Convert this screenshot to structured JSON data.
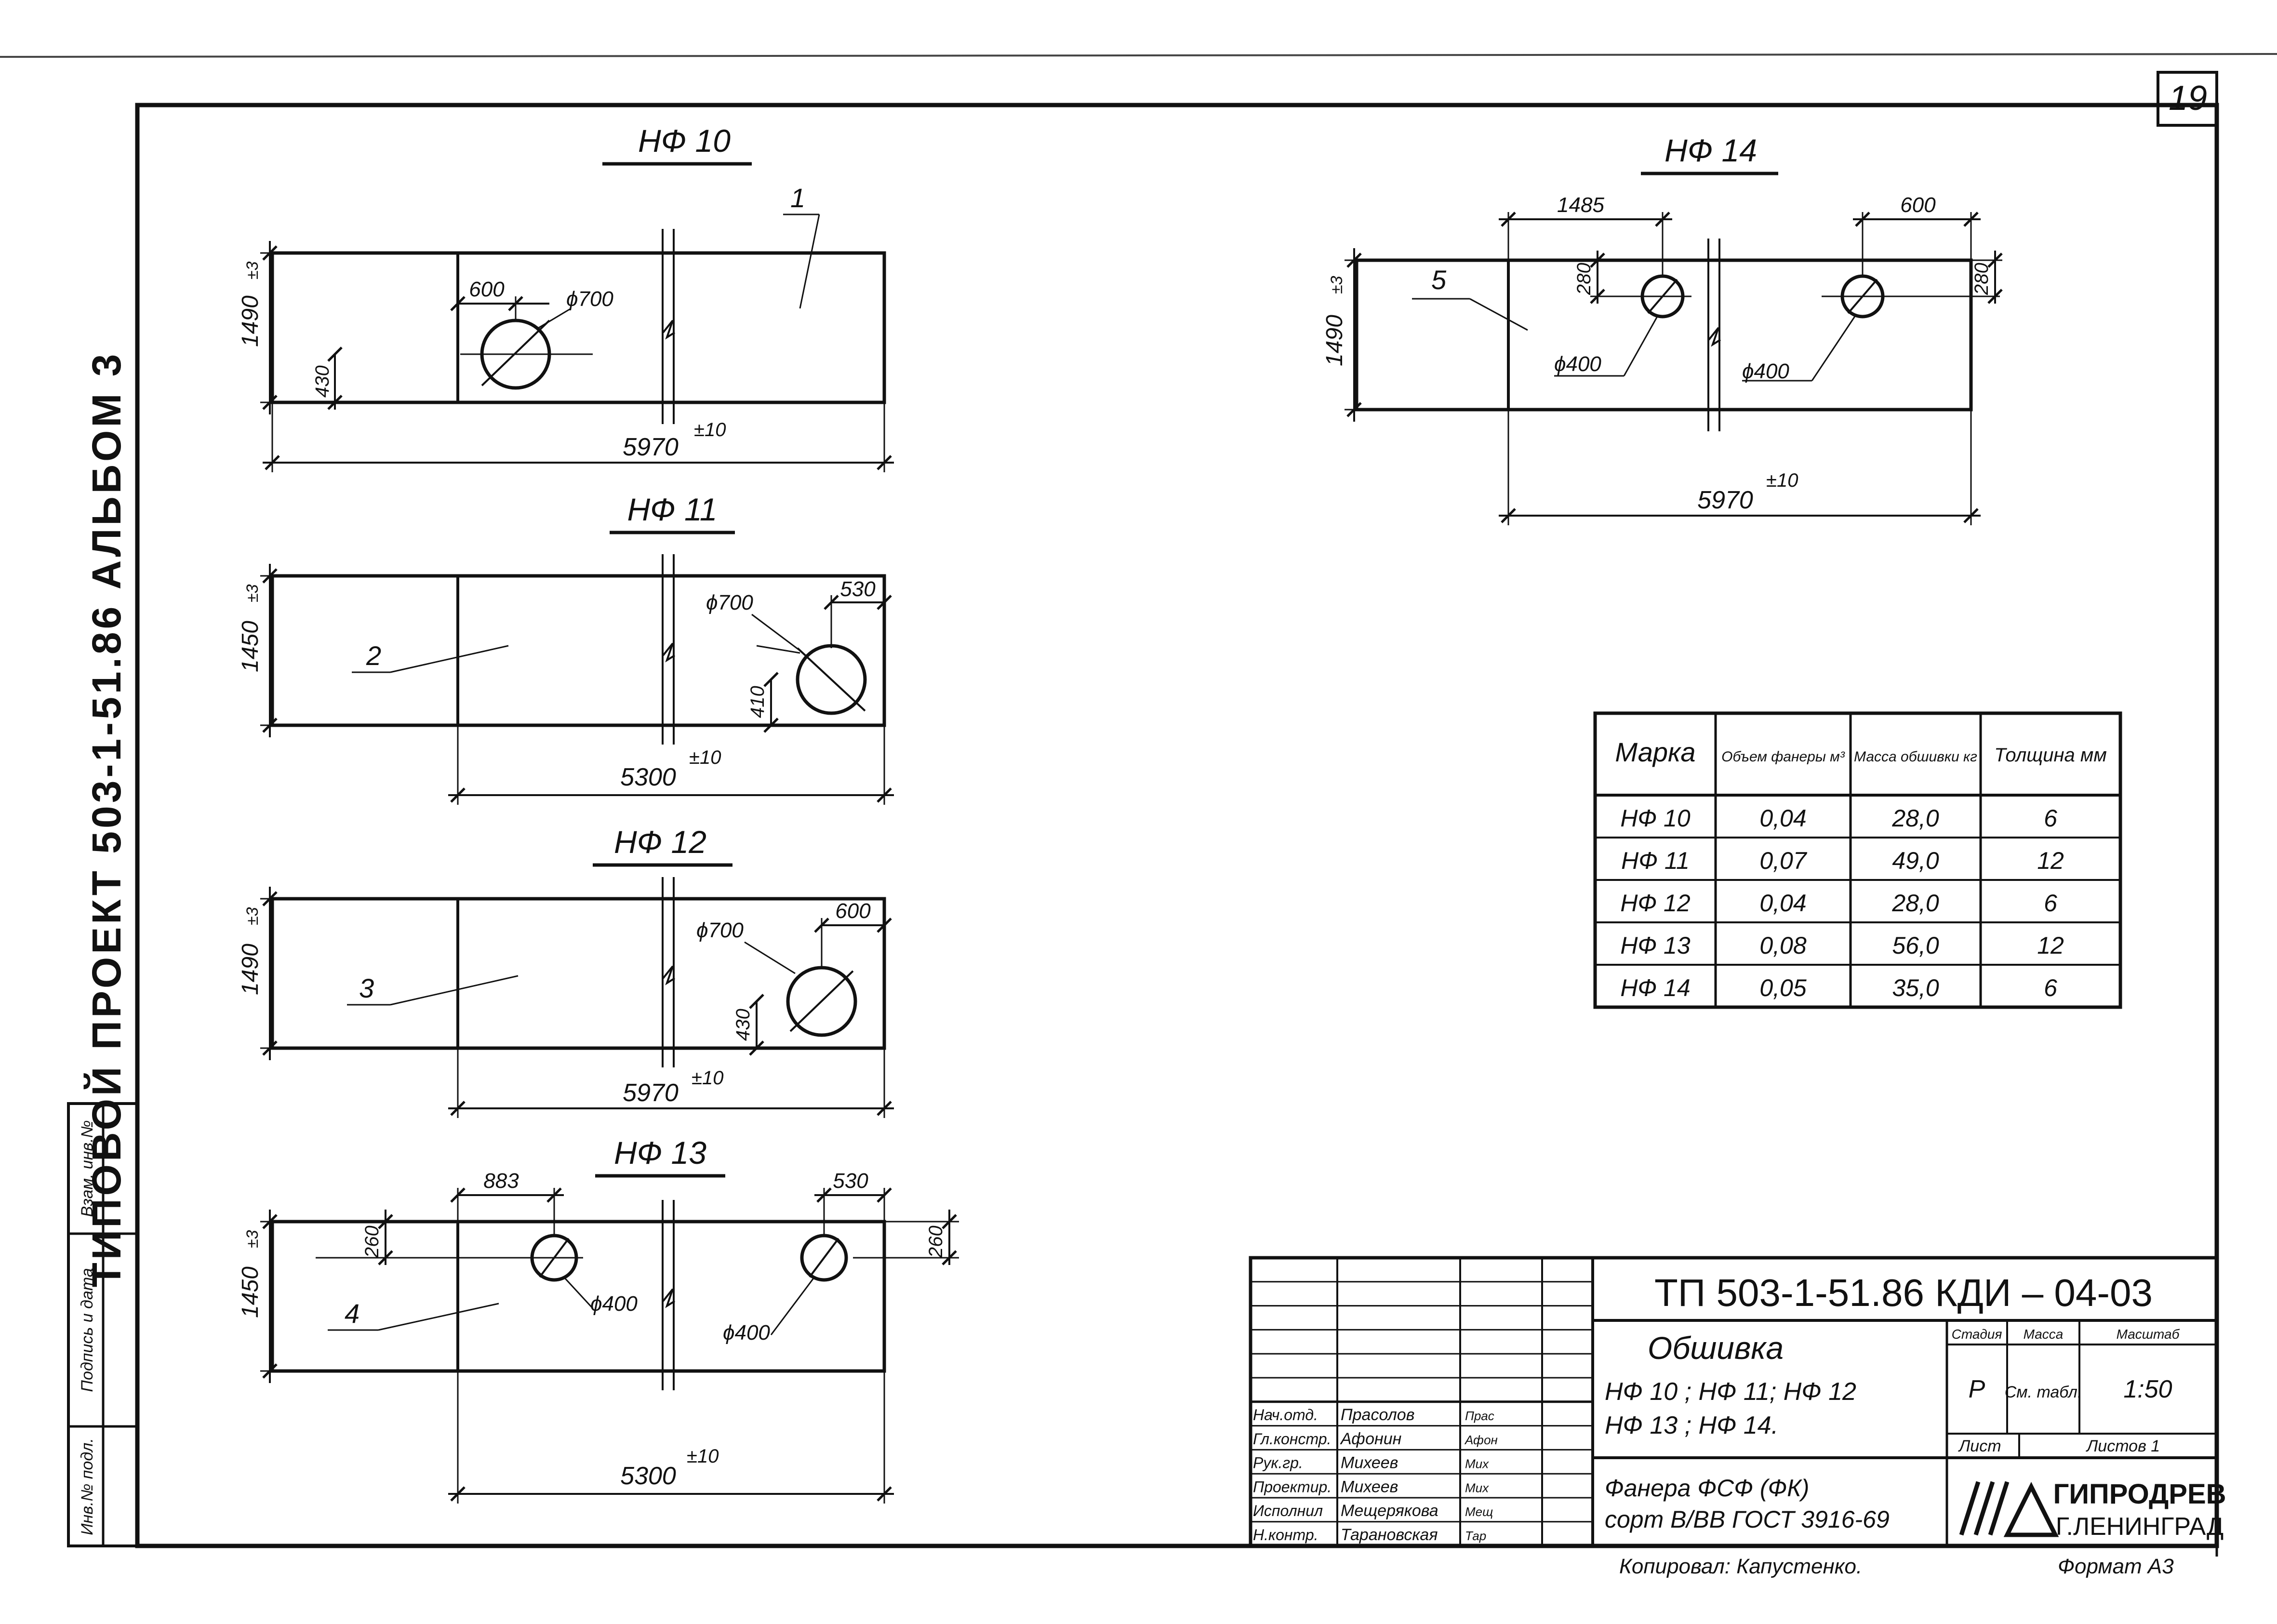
{
  "sheet_number": "19",
  "side_title": "ТИПОВОЙ ПРОЕКТ  503-1-51.86 АЛЬБОМ 3",
  "side_stamp": [
    "Инв.№ подл.",
    "Подпись и дата",
    "Взам. инв.№"
  ],
  "panels": {
    "nf10": {
      "title": "НФ 10",
      "width": "5970",
      "width_tol": "±10",
      "height": "1490",
      "height_tol": "±3",
      "hole_dim": "600",
      "hole_offset": "430",
      "hole_dia": "ϕ700",
      "callout": "1"
    },
    "nf11": {
      "title": "НФ 11",
      "width": "5300",
      "width_tol": "±10",
      "height": "1450",
      "height_tol": "±3",
      "hole_dim": "530",
      "hole_offset": "410",
      "hole_dia": "ϕ700",
      "callout": "2"
    },
    "nf12": {
      "title": "НФ 12",
      "width": "5970",
      "width_tol": "±10",
      "height": "1490",
      "height_tol": "±3",
      "hole_dim": "600",
      "hole_offset": "430",
      "hole_dia": "ϕ700",
      "callout": "3"
    },
    "nf13": {
      "title": "НФ 13",
      "width": "5300",
      "width_tol": "±10",
      "height": "1450",
      "height_tol": "±3",
      "hole1_dim": "883",
      "hole2_dim": "530",
      "hole_offset": "260",
      "hole_dia": "ϕ400",
      "callout": "4"
    },
    "nf14": {
      "title": "НФ 14",
      "width": "5970",
      "width_tol": "±10",
      "height": "1490",
      "height_tol": "±3",
      "hole1_dim": "1485",
      "hole2_dim": "600",
      "hole_offset": "280",
      "hole_dia": "ϕ400",
      "callout": "5"
    }
  },
  "table": {
    "headers": [
      "Марка",
      "Объем фанеры м³",
      "Масса обшивки кг",
      "Толщина мм"
    ],
    "rows": [
      [
        "НФ 10",
        "0,04",
        "28,0",
        "6"
      ],
      [
        "НФ 11",
        "0,07",
        "49,0",
        "12"
      ],
      [
        "НФ 12",
        "0,04",
        "28,0",
        "6"
      ],
      [
        "НФ 13",
        "0,08",
        "56,0",
        "12"
      ],
      [
        "НФ 14",
        "0,05",
        "35,0",
        "6"
      ]
    ]
  },
  "title_block": {
    "code": "ТП 503-1-51.86 КДИ – 04-03",
    "name": "Обшивка",
    "marks1": "НФ 10 ; НФ 11; НФ 12",
    "marks2": "НФ 13 ; НФ 14.",
    "material1": "Фанера    ФСФ  (ФК)",
    "material2": "сорт В/ВВ  ГОСТ 3916-69",
    "stage_label": "Стадия",
    "mass_label": "Масса",
    "scale_label": "Масштаб",
    "stage": "Р",
    "mass": "См. табл.",
    "scale": "1:50",
    "sheet_label": "Лист",
    "sheets_label": "Листов 1",
    "org1": "ГИПРОДРЕВ",
    "org2": "Г.ЛЕНИНГРАД",
    "staff": [
      [
        "Нач.отд.",
        "Прасолов",
        "Прас"
      ],
      [
        "Гл.констр.",
        "Афонин",
        "Афон"
      ],
      [
        "Рук.гр.",
        "Михеев",
        "Мих"
      ],
      [
        "Проектир.",
        "Михеев",
        "Мих"
      ],
      [
        "Исполнил",
        "Мещерякова",
        "Мещ"
      ],
      [
        "Н.контр.",
        "Тарановская",
        "Тар"
      ]
    ],
    "copied": "Копировал:   Капустенко.",
    "format": "Формат  А3"
  }
}
